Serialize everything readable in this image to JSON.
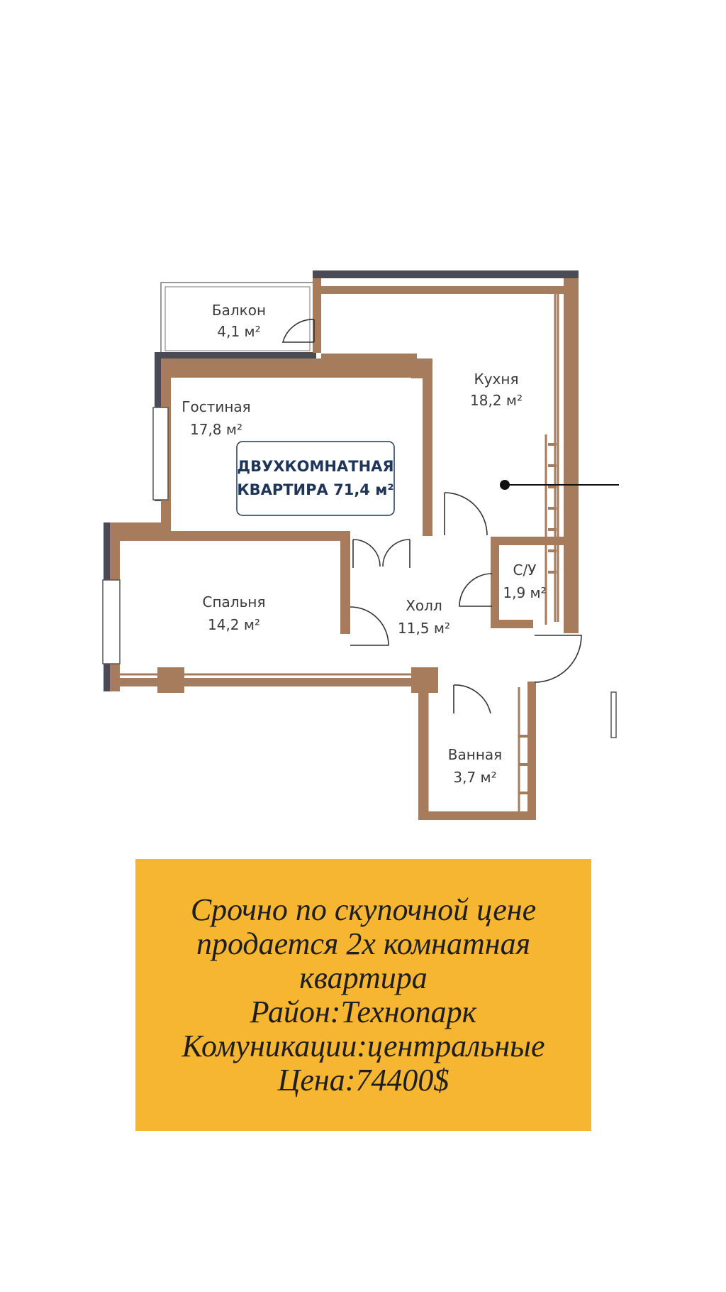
{
  "floorplan": {
    "rooms": [
      {
        "name": "Балкон",
        "area": "4,1 м²"
      },
      {
        "name": "Кухня",
        "area": "18,2 м²"
      },
      {
        "name": "Гостиная",
        "area": "17,8 м²"
      },
      {
        "name": "Спальня",
        "area": "14,2 м²"
      },
      {
        "name": "Холл",
        "area": "11,5 м²"
      },
      {
        "name": "С/У",
        "area": "1,9 м²"
      },
      {
        "name": "Ванная",
        "area": "3,7 м²"
      }
    ],
    "badge": {
      "line1": "ДВУХКОМНАТНАЯ",
      "line2": "КВАРТИРА 71,4 м²"
    },
    "colors": {
      "wall": "#a77c5c",
      "outer_wall": "#4b4b55",
      "badge_text": "#1f3557",
      "promo_bg": "#f6b631"
    }
  },
  "promo": {
    "lines": [
      "Срочно по скупочной цене",
      "продается 2х комнатная",
      "квартира",
      "Район:Технопарк",
      "Комуникации:центральные",
      "Цена:74400$"
    ]
  }
}
